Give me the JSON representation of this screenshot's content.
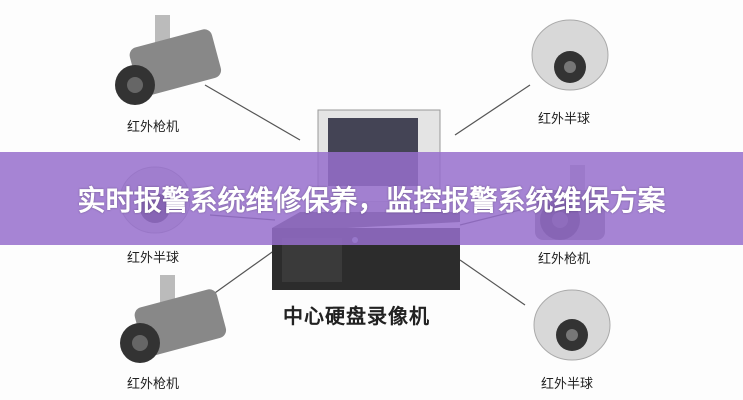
{
  "banner": {
    "title": "实时报警系统维修保养，监控报警系统维保方案",
    "color": "#9a72d0"
  },
  "diagram": {
    "center_label": "中心硬盘录像机",
    "cameras": [
      {
        "label": "红外枪机",
        "type": "bullet-camera"
      },
      {
        "label": "红外半球",
        "type": "dome-camera"
      },
      {
        "label": "红外枪机",
        "type": "bullet-camera"
      },
      {
        "label": "红外半球",
        "type": "dome-camera"
      },
      {
        "label": "红外枪机",
        "type": "bullet-camera"
      },
      {
        "label": "红外半球",
        "type": "dome-camera"
      }
    ]
  }
}
